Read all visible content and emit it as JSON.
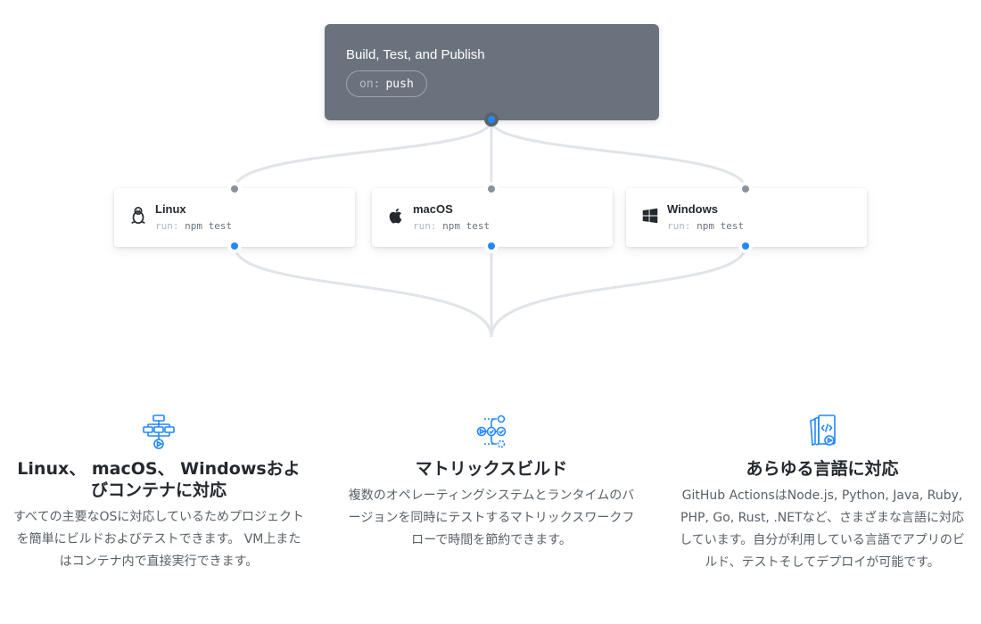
{
  "workflow": {
    "title": "Build, Test, and Publish",
    "trigger": {
      "key": "on:",
      "value": "push"
    }
  },
  "jobs": [
    {
      "name": "Linux",
      "run_key": "run:",
      "run_value": "npm test",
      "icon": "linux-penguin-icon"
    },
    {
      "name": "macOS",
      "run_key": "run:",
      "run_value": "npm test",
      "icon": "apple-icon"
    },
    {
      "name": "Windows",
      "run_key": "run:",
      "run_value": "npm test",
      "icon": "windows-icon"
    }
  ],
  "features": [
    {
      "icon": "workflow-diagram-icon",
      "title": "Linux、 macOS、 Windowsおよびコンテナに対応",
      "description": "すべての主要なOSに対応しているためプロジェクトを簡単にビルドおよびテストできます。 VM上またはコンテナ内で直接実行できます。"
    },
    {
      "icon": "matrix-build-icon",
      "title": "マトリックスビルド",
      "description": "複数のオペレーティングシステムとランタイムのバージョンを同時にテストするマトリックスワークフローで時間を節約できます。"
    },
    {
      "icon": "code-files-icon",
      "title": "あらゆる言語に対応",
      "description": "GitHub ActionsはNode.js, Python, Java, Ruby, PHP, Go, Rust, .NETなど、さまざまな言語に対応しています。自分が利用している言語でアプリのビルド、テストそしてデプロイが可能です。"
    }
  ],
  "colors": {
    "trigger_bg": "#6a737d",
    "accent_blue": "#2188ff",
    "connector": "#e1e4e8",
    "node_gray": "#8a939c",
    "text_primary": "#24292f",
    "text_secondary": "#586069"
  }
}
